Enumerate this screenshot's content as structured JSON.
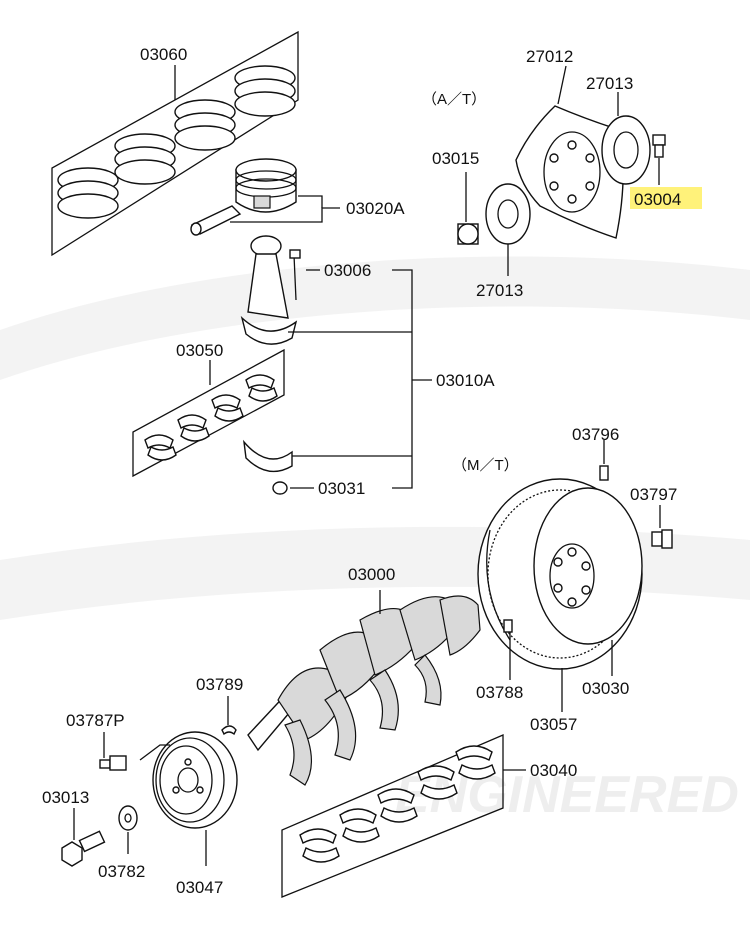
{
  "labels": {
    "p03060": "03060",
    "p03020A": "03020A",
    "p03006": "03006",
    "p03050": "03050",
    "p03010A": "03010A",
    "p03031": "03031",
    "p27012": "27012",
    "p27013a": "27013",
    "p27013b": "27013",
    "p03015": "03015",
    "p03004": "03004",
    "at": "（A／T）",
    "mt": "（M／T）",
    "p03796": "03796",
    "p03797": "03797",
    "p03000": "03000",
    "p03789": "03789",
    "p03788": "03788",
    "p03030": "03030",
    "p03057": "03057",
    "p03787P": "03787P",
    "p03013": "03013",
    "p03782": "03782",
    "p03047": "03047",
    "p03040": "03040"
  },
  "watermark": "ENGINEERED",
  "colors": {
    "highlight": "#fff27a",
    "line": "#111111"
  }
}
